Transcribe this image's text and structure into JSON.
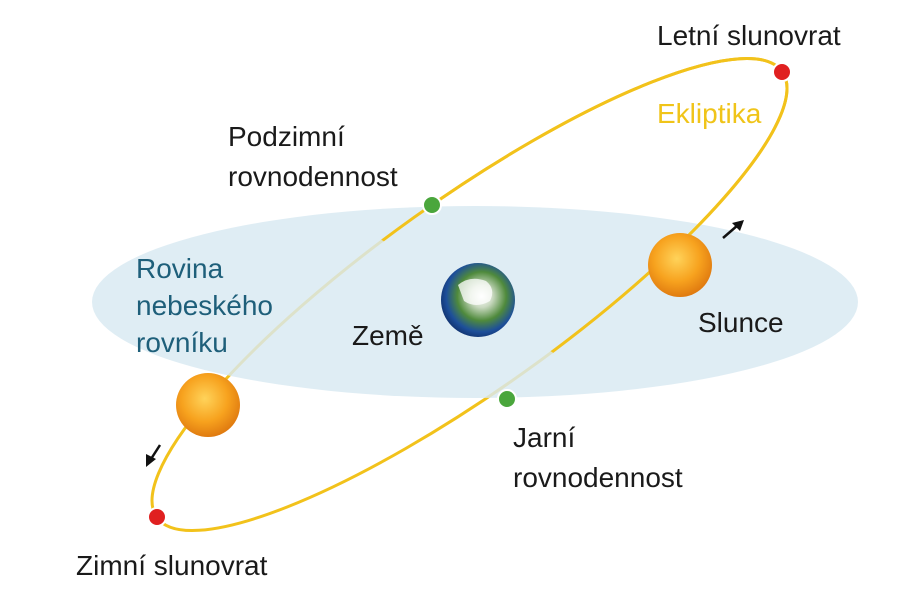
{
  "labels": {
    "summer_solstice": "Letní slunovrat",
    "ecliptic": "Ekliptika",
    "autumn_equinox": [
      "Podzimní",
      "rovnodennost"
    ],
    "equator_plane": [
      "Rovina",
      "nebeského",
      "rovníku"
    ],
    "earth": "Země",
    "sun": "Slunce",
    "spring_equinox": [
      "Jarní",
      "rovnodennost"
    ],
    "winter_solstice": "Zimní slunovrat"
  },
  "colors": {
    "plane": "#d8e9f1",
    "ecliptic": "#f2c21b",
    "solstice_point": "#e02020",
    "equinox_point": "#4aa63c",
    "plane_text": "#1e5f7a",
    "sun": "#f5a623"
  }
}
